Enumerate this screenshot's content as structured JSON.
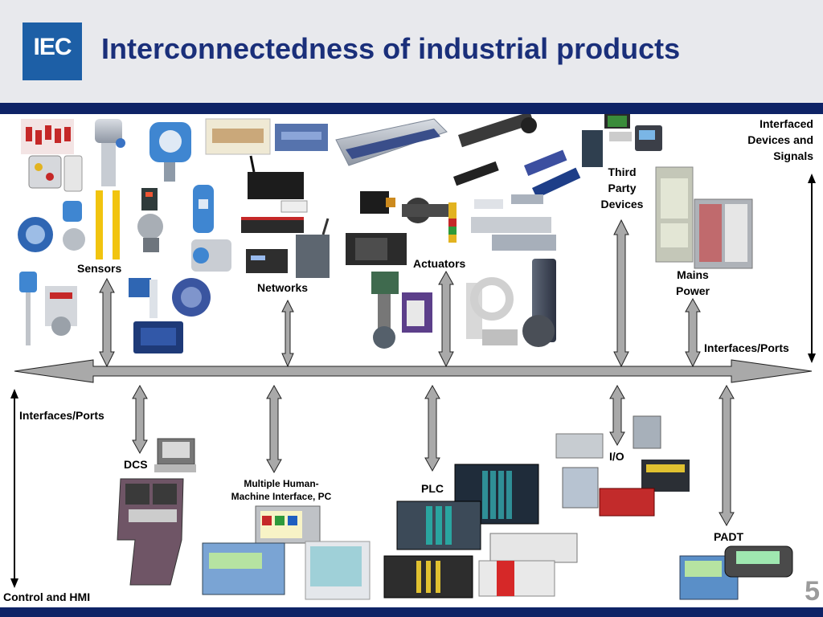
{
  "header": {
    "logo_text": "IEC",
    "title": "Interconnectedness of industrial products"
  },
  "labels": {
    "sensors": "Sensors",
    "networks": "Networks",
    "actuators": "Actuators",
    "third_party_1": "Third",
    "third_party_2": "Party",
    "third_party_3": "Devices",
    "interfaced_1": "Interfaced",
    "interfaced_2": "Devices and",
    "interfaced_3": "Signals",
    "mains_1": "Mains",
    "mains_2": "Power",
    "interfaces_ports_right": "Interfaces/Ports",
    "interfaces_ports_left": "Interfaces/Ports",
    "dcs": "DCS",
    "hmi_1": "Multiple Human-",
    "hmi_2": "Machine Interface, PC",
    "plc": "PLC",
    "io": "I/O",
    "padt": "PADT",
    "control_hmi": "Control and HMI"
  },
  "page_number": "5",
  "colors": {
    "navy_band": "#0e2366",
    "title_blue": "#1a2f7a",
    "logo_blue": "#1d5fa6",
    "bus_gray": "#a9a9a9",
    "header_bg": "#e8e9ed"
  }
}
